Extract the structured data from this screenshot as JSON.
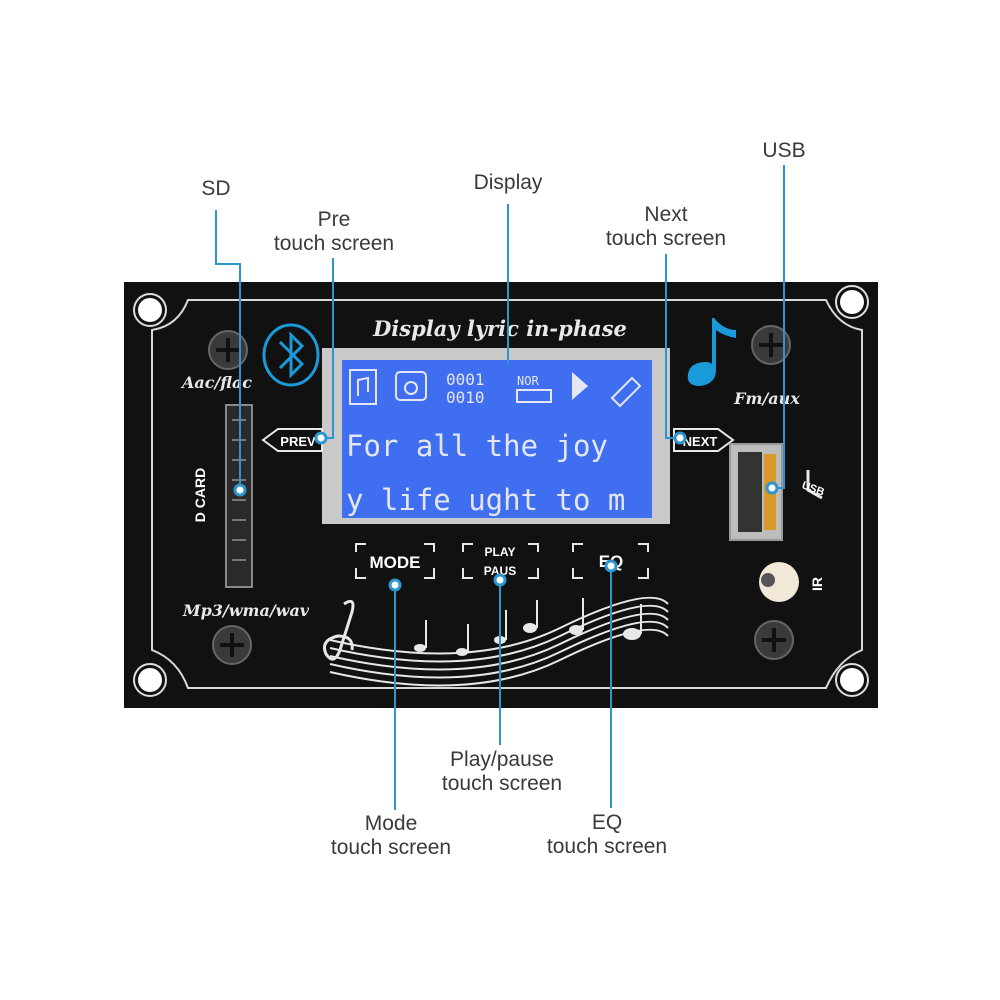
{
  "callouts": {
    "sd": {
      "line1": "SD"
    },
    "display": {
      "line1": "Display"
    },
    "usb": {
      "line1": "USB"
    },
    "pre": {
      "line1": "Pre",
      "line2": "touch screen"
    },
    "next": {
      "line1": "Next",
      "line2": "touch screen"
    },
    "playpause": {
      "line1": "Play/pause",
      "line2": "touch screen"
    },
    "mode": {
      "line1": "Mode",
      "line2": "touch screen"
    },
    "eq": {
      "line1": "EQ",
      "line2": "touch screen"
    }
  },
  "board": {
    "title": "Display lyric in-phase",
    "left_top_label": "Aac/flac",
    "left_bottom_label": "Mp3/wma/wav",
    "right_label": "Fm/aux",
    "sd_card_label": "D CARD",
    "usb_port_label": "USB",
    "ir_label": "IR",
    "prev_button": "PREV",
    "next_button": "NEXT",
    "mode_button": "MODE",
    "play_button_line1": "PLAY",
    "play_button_line2": "PAUS",
    "eq_button": "EQ",
    "colors": {
      "board": "#111111",
      "outline": "#d8d8d8",
      "lcd": "#3f6ff0",
      "lcd_bezel": "#c9c9c9",
      "lcd_text": "#e6e6f2",
      "accent": "#1a9ad8",
      "leader": "#2d95cf"
    }
  },
  "lcd": {
    "status_num1": "0001",
    "status_num2": "0010",
    "status_mode": "NOR",
    "line1": "For all the joy",
    "line2": "y life ught to m"
  }
}
